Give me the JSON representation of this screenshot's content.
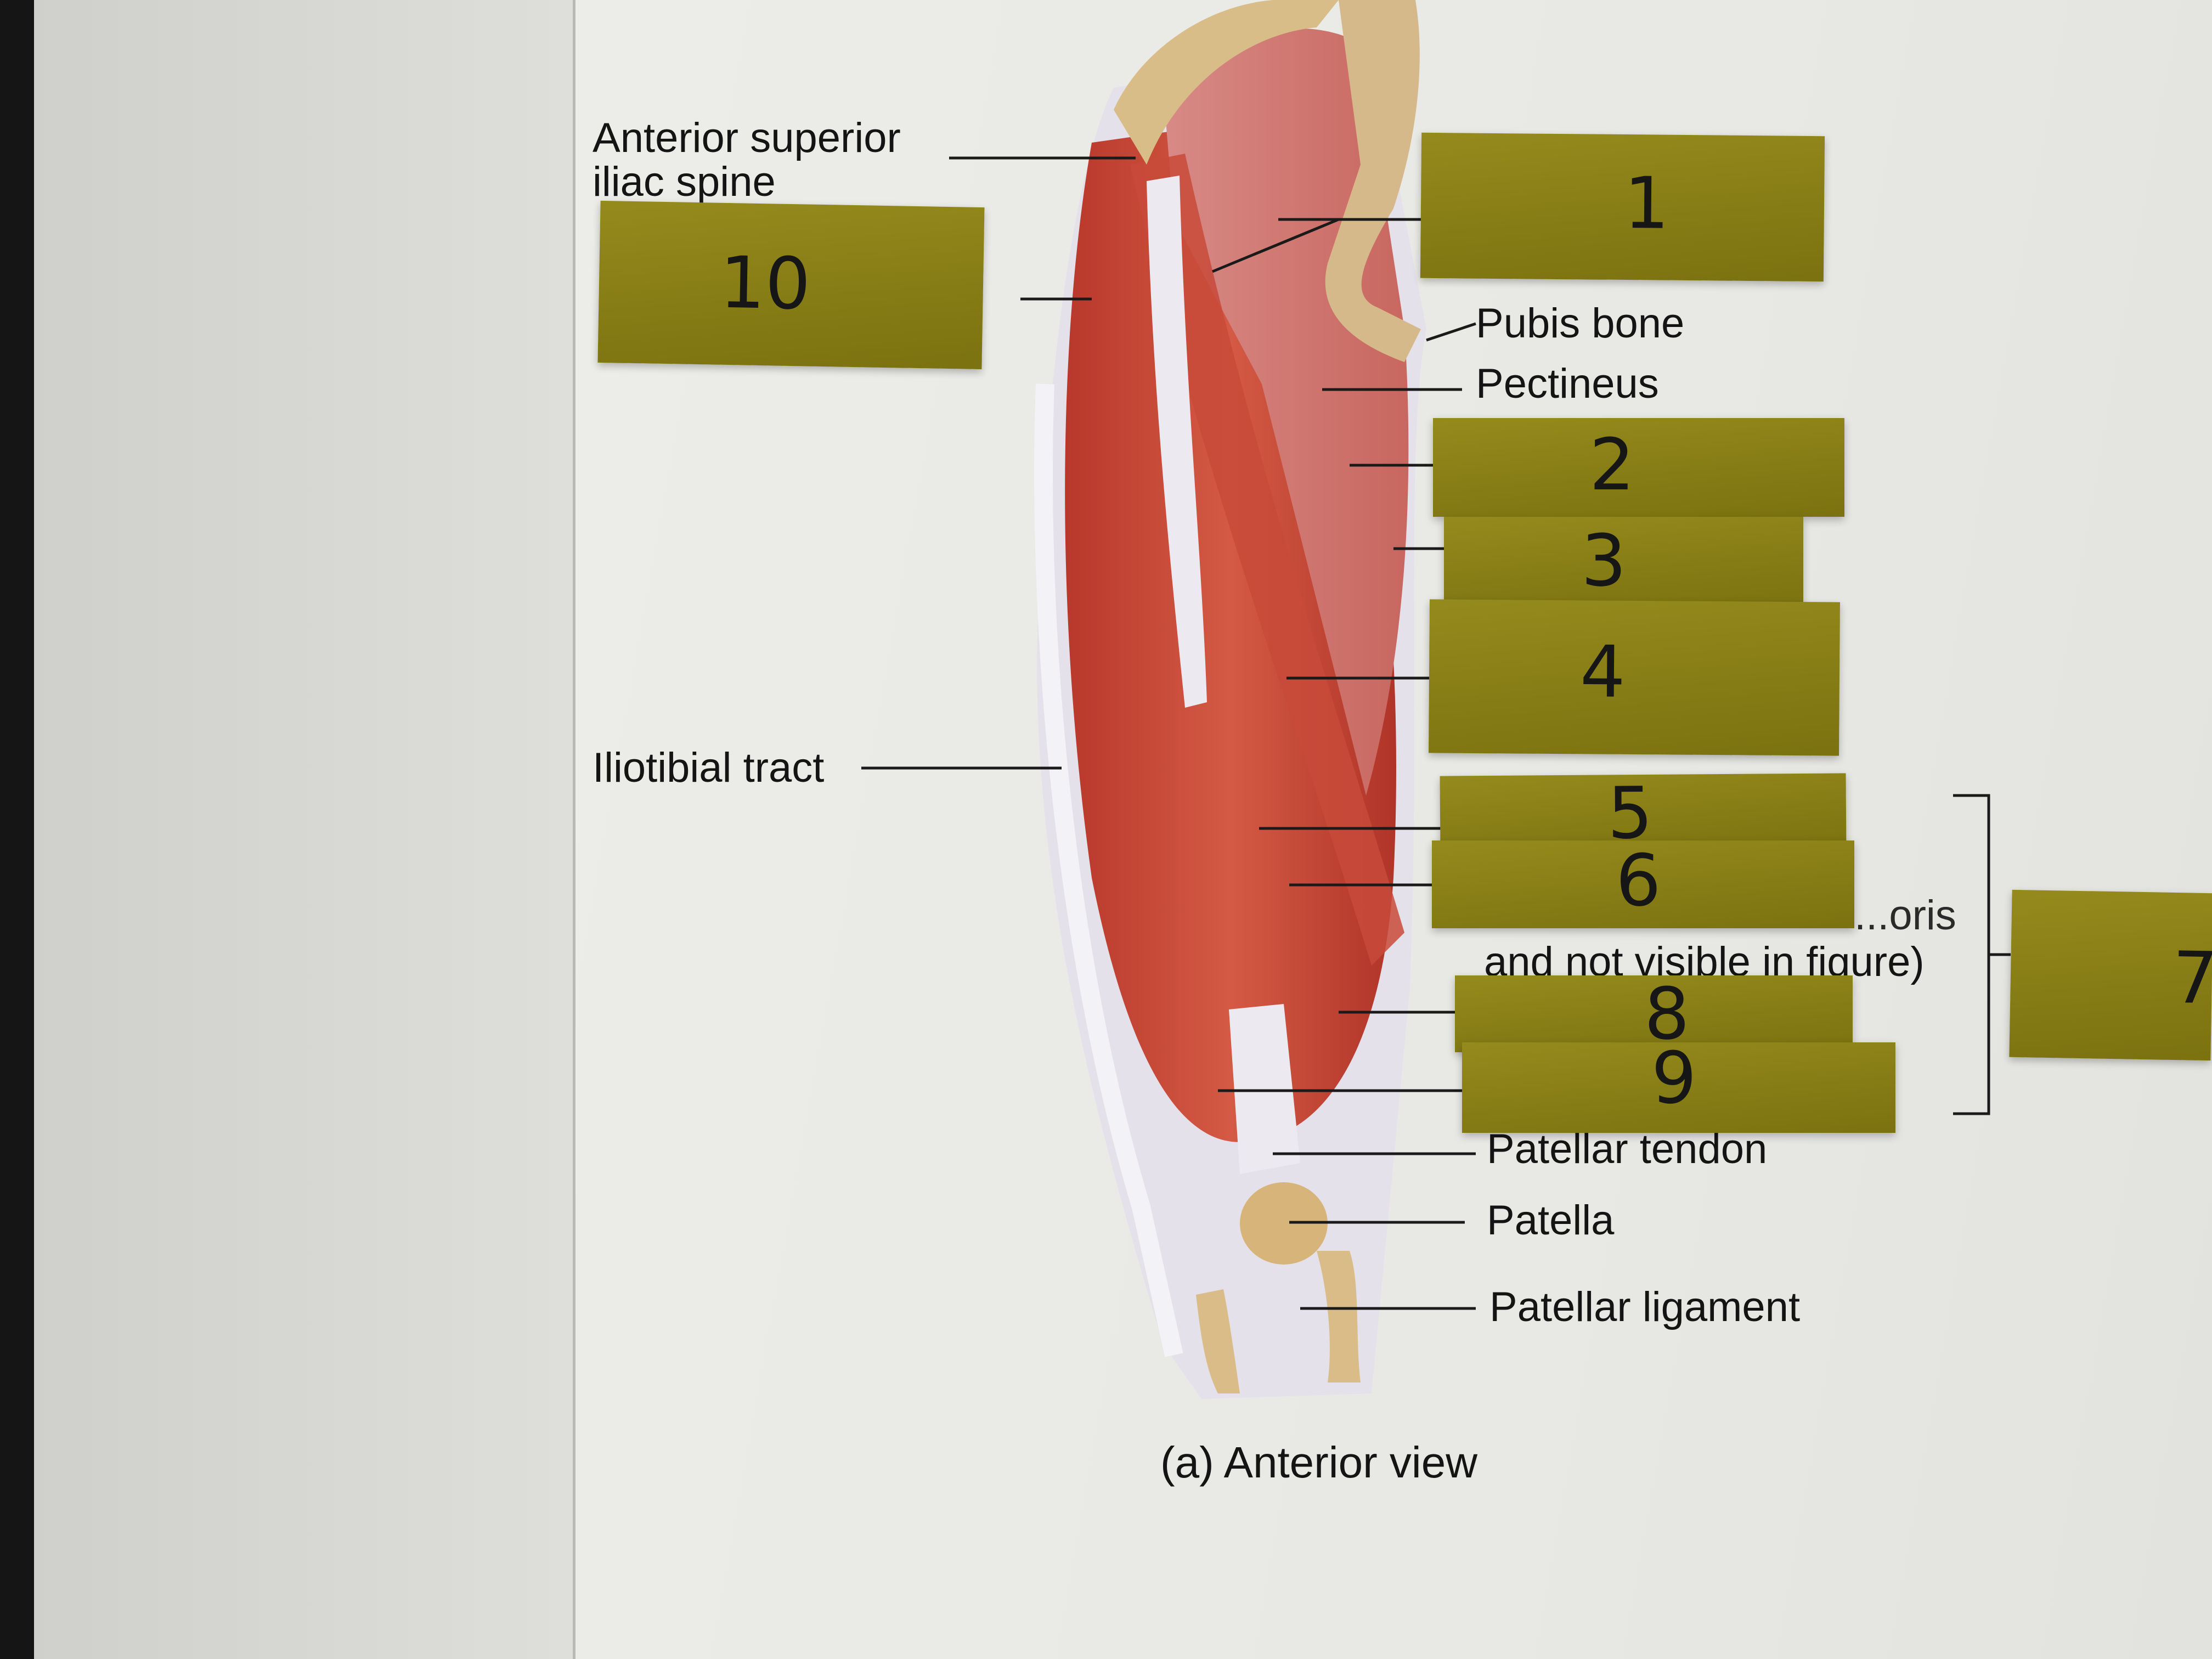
{
  "figure": {
    "caption": "(a) Anterior view",
    "labels": {
      "asis": "Anterior superior iliac spine",
      "pubis": "Pubis bone",
      "pectineus": "Pectineus",
      "iliotibial": "Iliotibial tract",
      "patellar_tendon": "Patellar tendon",
      "patella": "Patella",
      "patellar_ligament": "Patellar ligament"
    },
    "partial_note": {
      "line1": "...oris",
      "line2": "and not visible in figure)"
    }
  },
  "stickies": [
    {
      "id": "1",
      "text": "1"
    },
    {
      "id": "2",
      "text": "2"
    },
    {
      "id": "3",
      "text": "3"
    },
    {
      "id": "4",
      "text": "4"
    },
    {
      "id": "5",
      "text": "5"
    },
    {
      "id": "6",
      "text": "6"
    },
    {
      "id": "7",
      "text": "7"
    },
    {
      "id": "8",
      "text": "8"
    },
    {
      "id": "9",
      "text": "9"
    },
    {
      "id": "10",
      "text": "10"
    }
  ],
  "colors": {
    "sticky": "#8a7f16",
    "muscle": "#c64a3a",
    "tendon": "#e6e3ea",
    "bone": "#dcc08e"
  }
}
